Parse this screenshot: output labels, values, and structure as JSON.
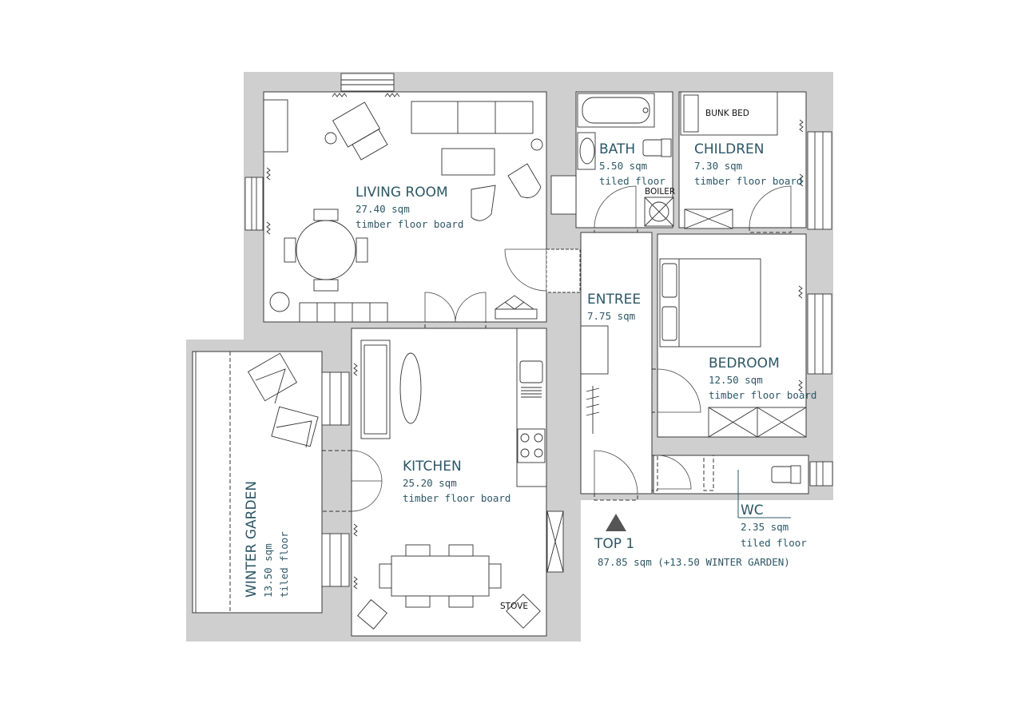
{
  "rooms": {
    "living_room": {
      "name": "LIVING ROOM",
      "area": "27.40 sqm",
      "floor": "timber floor board"
    },
    "bath": {
      "name": "BATH",
      "area": "5.50 sqm",
      "floor": "tiled floor"
    },
    "children": {
      "name": "CHILDREN",
      "area": "7.30 sqm",
      "floor": "timber floor board"
    },
    "entree": {
      "name": "ENTREE",
      "area": "7.75 sqm"
    },
    "bedroom": {
      "name": "BEDROOM",
      "area": "12.50 sqm",
      "floor": "timber floor board"
    },
    "kitchen": {
      "name": "KITCHEN",
      "area": "25.20 sqm",
      "floor": "timber floor board"
    },
    "wc": {
      "name": "WC",
      "area": "2.35 sqm",
      "floor": "tiled floor"
    },
    "winter_garden": {
      "name": "WINTER GARDEN",
      "area": "13.50 sqm",
      "floor": "tiled floor"
    }
  },
  "fixtures": {
    "bunk_bed": "BUNK BED",
    "boiler": "BOILER",
    "stove": "STOVE"
  },
  "unit": {
    "name": "TOP 1",
    "total": "87.85 sqm (+13.50 WINTER GARDEN)"
  },
  "colors": {
    "wall": "#cfcfcf",
    "text": "#2c5766",
    "marker": "#555555"
  }
}
